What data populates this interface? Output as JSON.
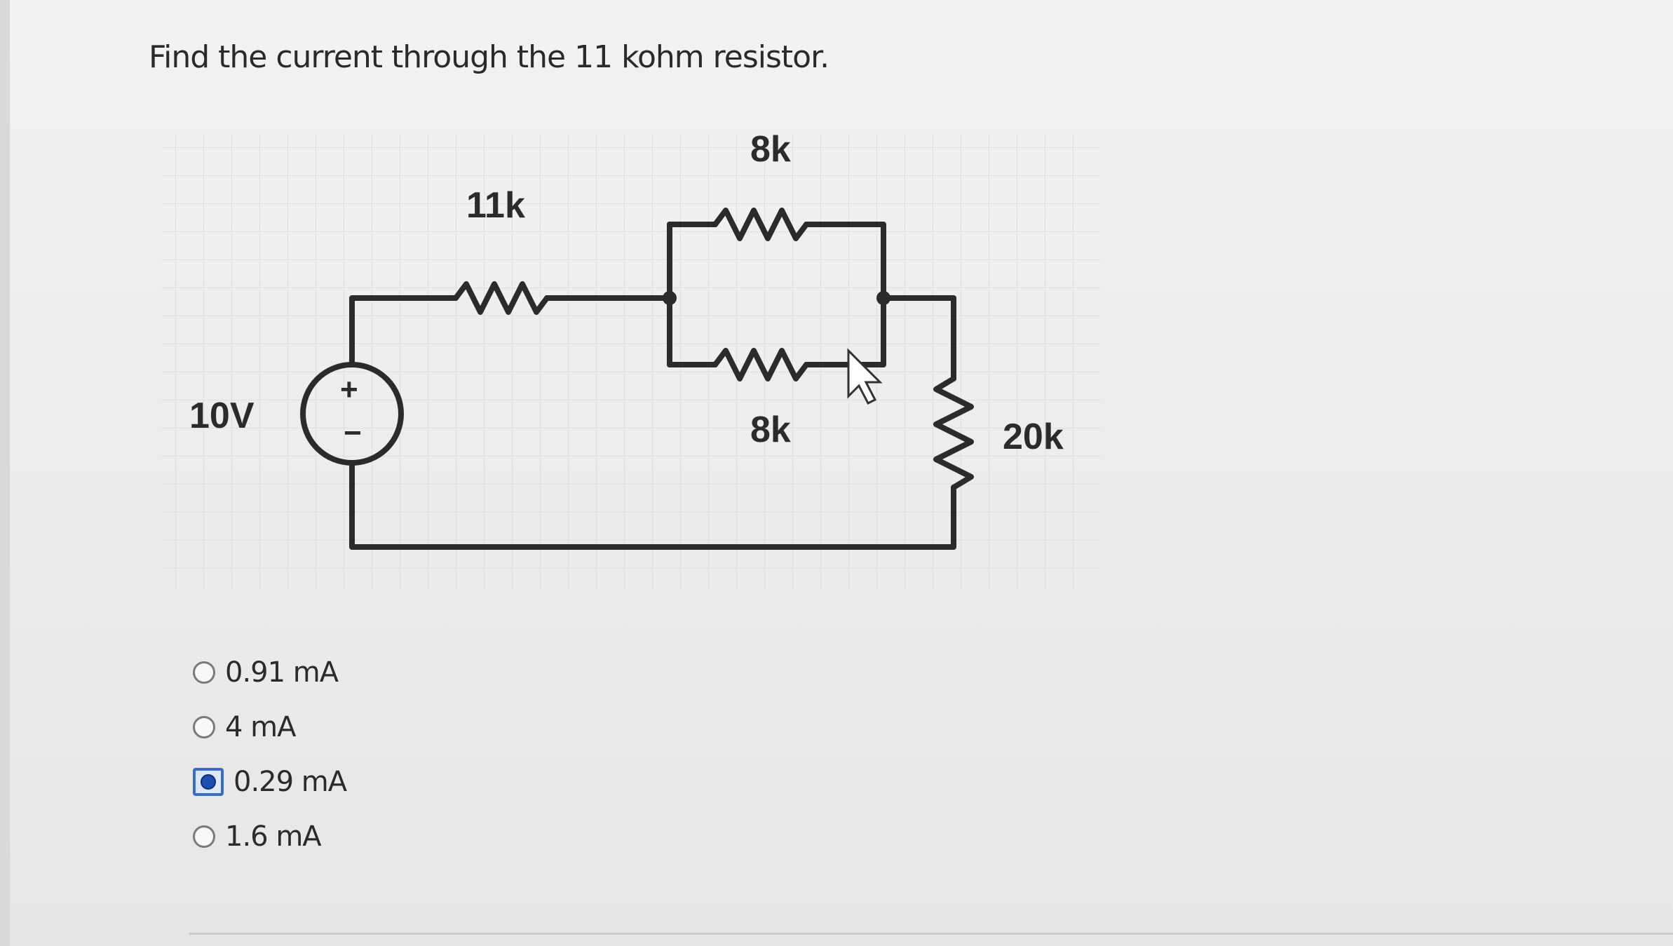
{
  "question": {
    "text": "Find the current through the 11 kohm resistor."
  },
  "circuit": {
    "source_label": "10V",
    "source_plus": "+",
    "source_minus": "−",
    "r_series_label": "11k",
    "r_top_label": "8k",
    "r_bottom_label": "8k",
    "r_right_label": "20k"
  },
  "options": [
    {
      "label": "0.91 mA",
      "selected": false
    },
    {
      "label": "4 mA",
      "selected": false
    },
    {
      "label": "0.29 mA",
      "selected": true
    },
    {
      "label": "1.6 mA",
      "selected": false
    }
  ],
  "colors": {
    "wire": "#2b2b2b",
    "radio_selected": "#1d4fb0"
  }
}
